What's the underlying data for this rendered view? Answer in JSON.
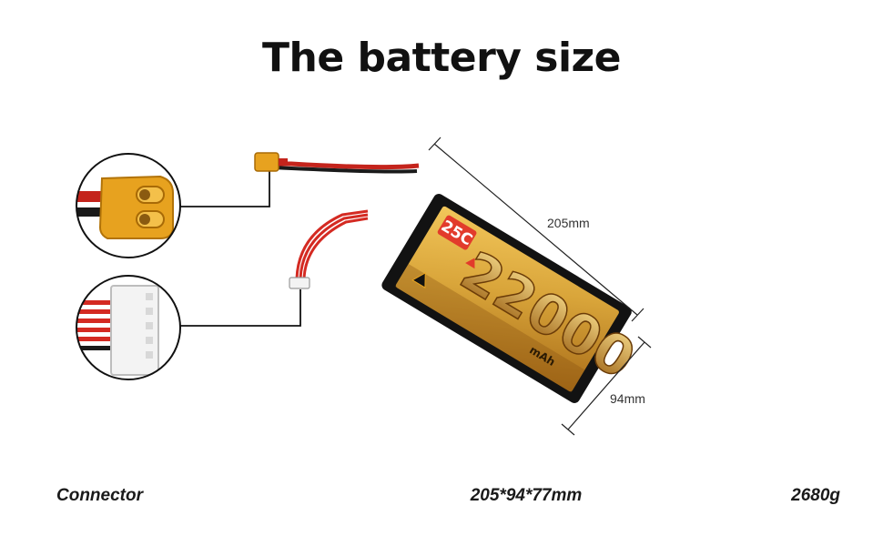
{
  "title": "The battery size",
  "battery": {
    "capacity": "22000",
    "unit": "mAh",
    "c_rating": "25C",
    "colors": {
      "label_gold": "#d9a53a",
      "label_dark": "#7a4a0c",
      "body": "#111111",
      "badge": "#e23b2b"
    }
  },
  "dimensions": {
    "length_label": "205mm",
    "width_label": "94mm"
  },
  "captions": {
    "connector": "Connector",
    "size": "205*94*77mm",
    "weight": "2680g"
  },
  "icons": [
    "xt-connector-icon",
    "balance-plug-icon",
    "warning-icon"
  ]
}
